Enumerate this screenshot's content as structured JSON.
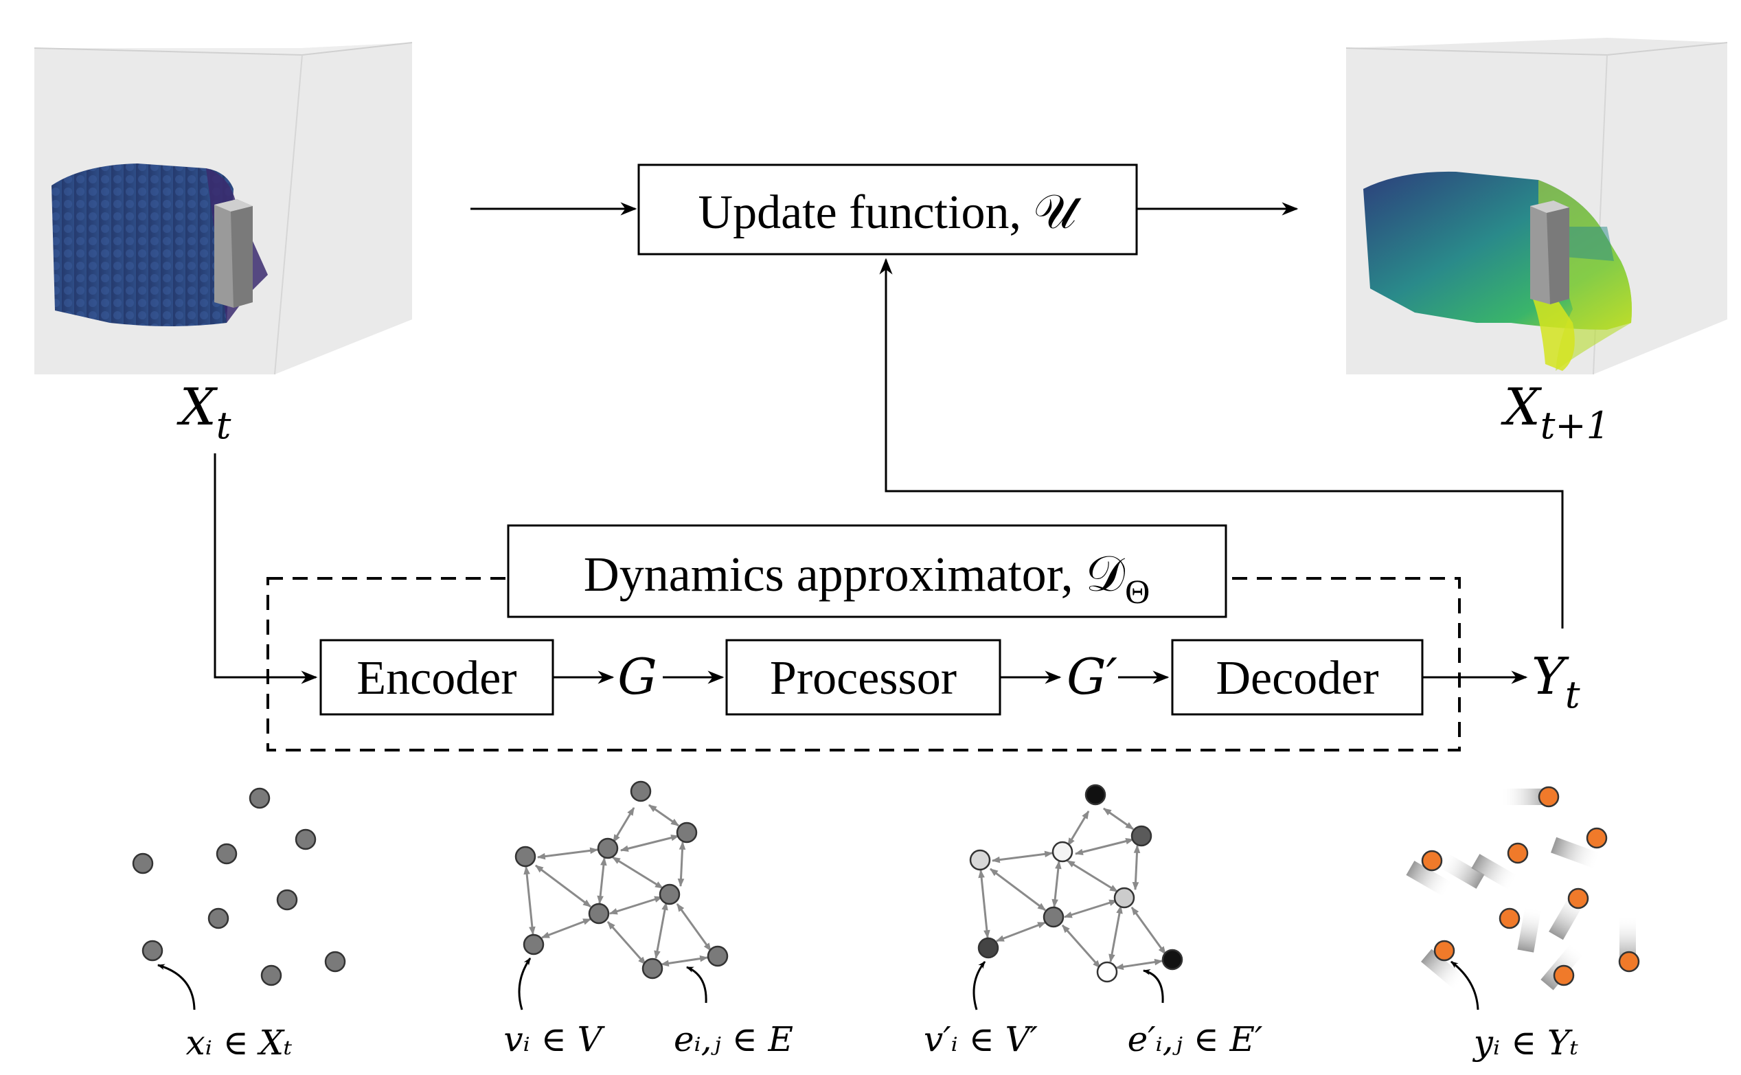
{
  "state_labels": {
    "current": "X",
    "current_sub": "t",
    "next": "X",
    "next_sub": "t+1",
    "output": "Y",
    "output_sub": "t"
  },
  "boxes": {
    "update": "Update function, 𝒰",
    "dynamics": "Dynamics approximator, 𝒟",
    "dynamics_sub": "Θ",
    "encoder": "Encoder",
    "processor": "Processor",
    "decoder": "Decoder"
  },
  "graph_labels": {
    "g": "G",
    "g_prime": "G′"
  },
  "captions": {
    "particles": "xᵢ ∈ Xₜ",
    "nodes": "vᵢ ∈ V",
    "edges": "eᵢ,ⱼ ∈ E",
    "nodes_prime": "v′ᵢ ∈ V′",
    "edges_prime": "e′ᵢ,ⱼ ∈ E′",
    "outputs": "yᵢ ∈ Yₜ"
  },
  "colors": {
    "particle_gray": "#7a7a7a",
    "output_orange": "#f07a2a",
    "edge_gray": "#8a8a8a",
    "fluid_dark": "#2c3f7c",
    "fluid_mid": "#2a9a8a",
    "fluid_light": "#c8e020"
  }
}
